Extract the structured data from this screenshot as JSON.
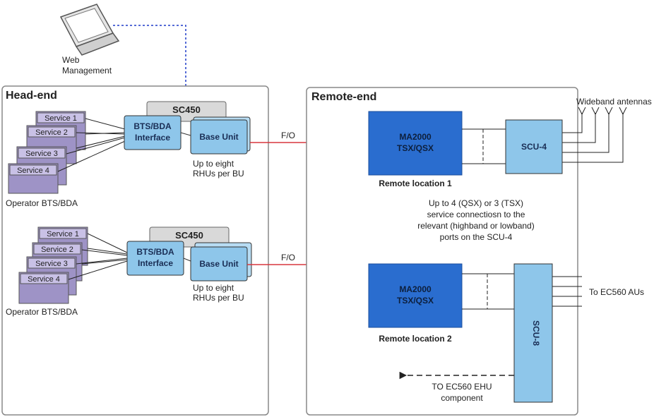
{
  "web_management": {
    "line1": "Web",
    "line2": "Management"
  },
  "headend": {
    "title": "Head-end",
    "group1": {
      "services": [
        "Service 1",
        "Service 2",
        "Service 3",
        "Service 4"
      ],
      "operator_label": "Operator BTS/BDA",
      "sc_label": "SC450",
      "bts_line1": "BTS/BDA",
      "bts_line2": "Interface",
      "base_unit": "Base Unit",
      "rhu_line1": "Up to eight",
      "rhu_line2": "RHUs per BU",
      "fo_label": "F/O"
    },
    "group2": {
      "services": [
        "Service 1",
        "Service 2",
        "Service 3",
        "Service 4"
      ],
      "operator_label": "Operator  BTS/BDA",
      "sc_label": "SC450",
      "bts_line1": "BTS/BDA",
      "bts_line2": "Interface",
      "base_unit": "Base Unit",
      "rhu_line1": "Up to eight",
      "rhu_line2": "RHUs per BU",
      "fo_label": "F/O"
    }
  },
  "remoteend": {
    "title": "Remote-end",
    "ma1_line1": "MA2000",
    "ma1_line2": "TSX/QSX",
    "remote1_label": "Remote location 1",
    "scu4": "SCU-4",
    "antennas_label": "Wideband antennas",
    "note": [
      "Up to 4 (QSX) or 3 (TSX)",
      "service connectiosn to the",
      "relevant (highband or lowband)",
      "ports on the SCU-4"
    ],
    "ma2_line1": "MA2000",
    "ma2_line2": "TSX/QSX",
    "remote2_label": "Remote location 2",
    "scu8": "SCU-8",
    "ec560_aus": "To EC560 AUs",
    "ehu_line1": "TO EC560 EHU",
    "ehu_line2": "component"
  },
  "colors": {
    "service_box": "#9e93c6",
    "light_blue": "#8ec6ea",
    "dark_blue": "#2a6dcf",
    "sc_gray": "#d9d9d9",
    "fiber_red": "#d9363e",
    "mgmt_blue": "#1f3cc8"
  }
}
